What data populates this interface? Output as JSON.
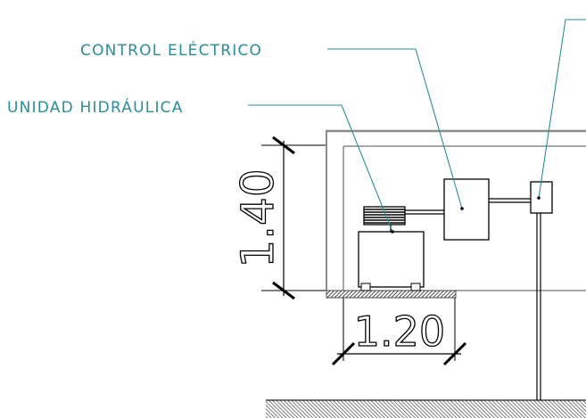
{
  "labels": {
    "control_electrico": "CONTROL ELÉCTRICO",
    "unidad_hidraulica": "UNIDAD HIDRÁULICA"
  },
  "dimensions": {
    "height": "1.40",
    "width": "1.20"
  },
  "colors": {
    "label_text": "#2b8d9a",
    "line_black": "#000000",
    "wall_gray": "#8c8c8c",
    "hatch": "#3a3a3a"
  }
}
